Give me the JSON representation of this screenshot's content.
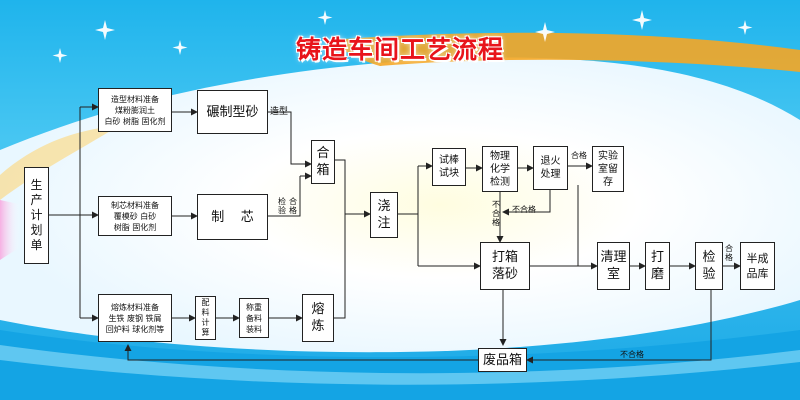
{
  "title": "铸造车间工艺流程",
  "boxes": {
    "plan": "生\n产\n计\n划\n单",
    "molding_materials": "造型材料准备\n煤粉膨润土\n白砂  树脂  固化剂",
    "core_materials": "制芯材料准备\n覆模砂  白砂\n树脂      固化剂",
    "melting_materials": "熔炼材料准备\n生铁  废钢  铁屑\n回炉料  球化剂等",
    "mold_making": "碾制型砂",
    "core_making": "制    芯",
    "batching": "配\n料\n计\n算",
    "weighing": "称重\n备料\n装料",
    "melting": "熔\n炼",
    "closing": "合\n箱",
    "pouring": "浇\n注",
    "test_bar": "试棒\n试块",
    "phys_chem": "物理\n化学\n检测",
    "annealing": "退火\n处理",
    "lab_keep": "实验\n室留\n存",
    "shakeout": "打箱\n落砂",
    "cleaning": "清理\n室",
    "grinding": "打\n磨",
    "inspection": "检\n验",
    "semi_store": "半成\n品库",
    "scrap": "废品箱"
  },
  "labels": {
    "sand_type": "造型",
    "inspect_pass": "检\n验",
    "pass_v": "合\n格",
    "unqualified_v": "不\n合\n格",
    "unqualified_h": "不合格",
    "pass_h": "合格",
    "pass_after_inspect": "合\n格",
    "unqualified_bottom": "不合格"
  },
  "colors": {
    "title": "#e8141b",
    "sky": "#1fb4ec",
    "band": "#f5a623"
  }
}
